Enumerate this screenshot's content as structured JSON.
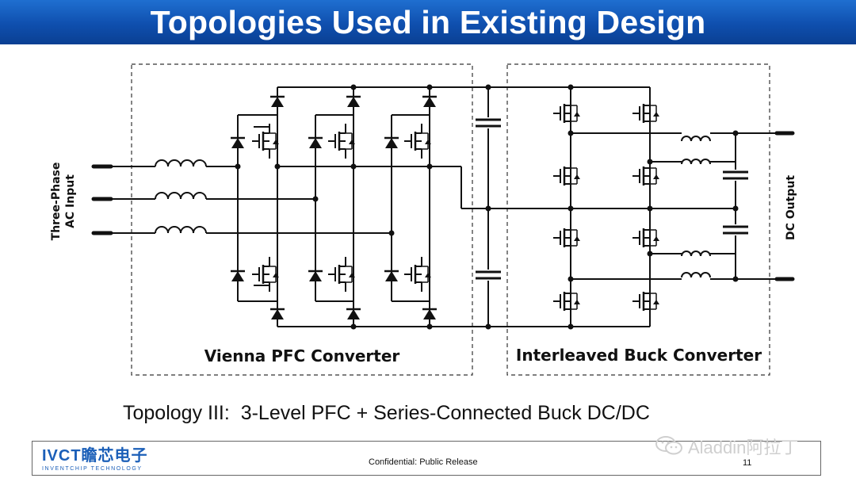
{
  "slide": {
    "title": "Topologies Used in Existing Design",
    "caption": "Topology III:  3-Level PFC + Series-Connected Buck DC/DC",
    "footer": {
      "logo_main": "IVCT瞻芯电子",
      "logo_sub": "INVENTCHIP TECHNOLOGY",
      "confidential": "Confidential: Public Release",
      "page_number": "11"
    },
    "watermark": "Aladdin阿拉丁"
  },
  "diagram": {
    "input_label_line1": "Three-Phase",
    "input_label_line2": "AC Input",
    "output_label": "DC Output",
    "vienna_label": "Vienna PFC Converter",
    "buck_label": "Interleaved Buck  Converter"
  },
  "colors": {
    "title_bar": "#1159bd",
    "title_text": "#ffffff",
    "logo": "#1b5fb8",
    "wire": "#111111"
  }
}
